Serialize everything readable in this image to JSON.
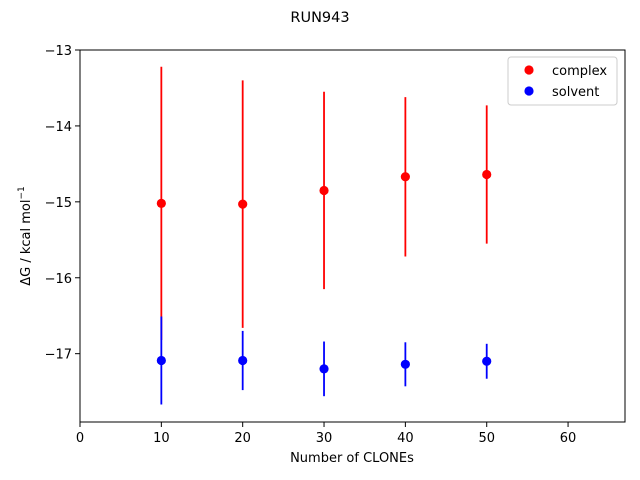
{
  "chart_data": {
    "type": "scatter",
    "title": "RUN943",
    "xlabel": "Number of CLONEs",
    "ylabel_main": "ΔG / kcal mol",
    "ylabel_sup": "−1",
    "xlim": [
      0,
      67
    ],
    "ylim": [
      -17.9,
      -13.0
    ],
    "xticks": [
      0,
      10,
      20,
      30,
      40,
      50,
      60
    ],
    "yticks": [
      -17,
      -16,
      -15,
      -14,
      -13
    ],
    "xtick_labels": [
      "0",
      "10",
      "20",
      "30",
      "40",
      "50",
      "60"
    ],
    "ytick_labels": [
      "−17",
      "−16",
      "−15",
      "−14",
      "−13"
    ],
    "legend_position": "upper-right",
    "grid": false,
    "series": [
      {
        "name": "complex",
        "color": "#ff0000",
        "x": [
          10,
          20,
          30,
          40,
          50
        ],
        "y": [
          -15.02,
          -15.03,
          -14.85,
          -14.67,
          -14.64
        ],
        "err": [
          1.8,
          1.63,
          1.3,
          1.05,
          0.91
        ]
      },
      {
        "name": "solvent",
        "color": "#0000ff",
        "x": [
          10,
          20,
          30,
          40,
          50
        ],
        "y": [
          -17.09,
          -17.09,
          -17.2,
          -17.14,
          -17.1
        ],
        "err": [
          0.58,
          0.39,
          0.36,
          0.29,
          0.23
        ]
      }
    ]
  }
}
